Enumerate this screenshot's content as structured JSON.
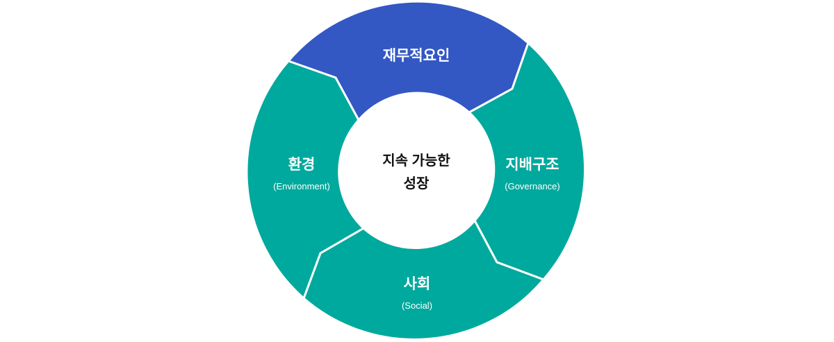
{
  "center": {
    "line1": "지속 가능한",
    "line2": "성장"
  },
  "segments": [
    {
      "id": "financial",
      "title": "재무적요인",
      "subtitle": "",
      "color": "#3358C4"
    },
    {
      "id": "governance",
      "title": "지배구조",
      "subtitle": "(Governance)",
      "color": "#00A99D"
    },
    {
      "id": "social",
      "title": "사회",
      "subtitle": "(Social)",
      "color": "#00A99D"
    },
    {
      "id": "environment",
      "title": "환경",
      "subtitle": "(Environment)",
      "color": "#00A99D"
    }
  ]
}
